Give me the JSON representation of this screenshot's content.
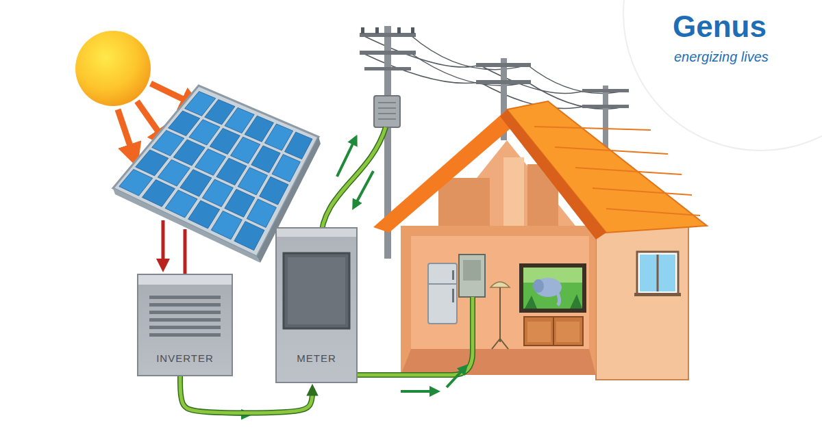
{
  "diagram": {
    "nodes": [
      {
        "text": [
          "INVERTER"
        ]
      },
      {
        "text": [
          "METER"
        ]
      }
    ],
    "edges": [
      {
        "from": 0,
        "to": 1,
        "arrow": "to"
      }
    ],
    "labels": [
      "Genus",
      "energizing lives"
    ]
  }
}
